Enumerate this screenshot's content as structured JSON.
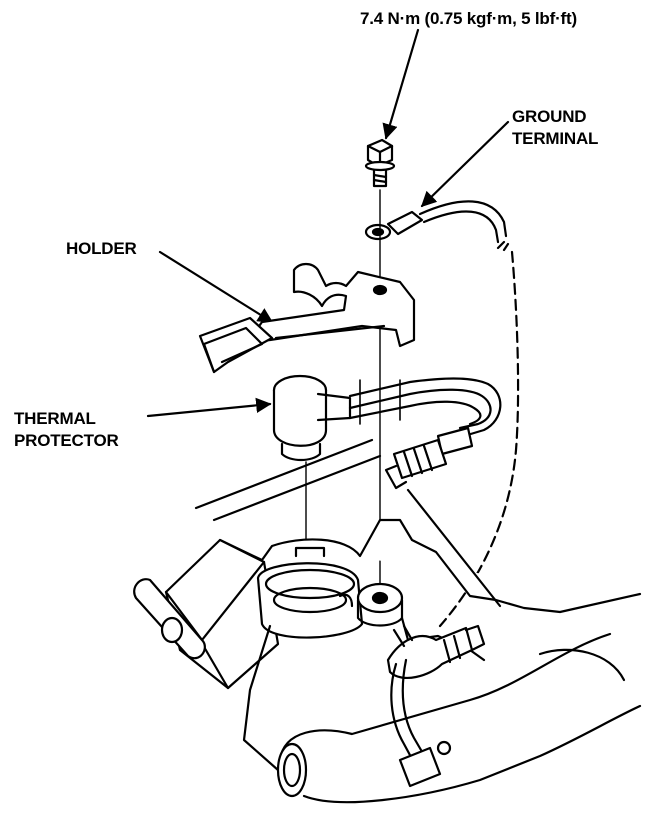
{
  "labels": {
    "torque": "7.4 N·m (0.75 kgf·m, 5 lbf·ft)",
    "ground_terminal_line1": "GROUND",
    "ground_terminal_line2": "TERMINAL",
    "holder": "HOLDER",
    "thermal_protector_line1": "THERMAL",
    "thermal_protector_line2": "PROTECTOR"
  },
  "colors": {
    "ink": "#000000",
    "paper": "#ffffff"
  },
  "icons": {
    "bolt": "bolt-icon",
    "washer": "washer-icon"
  }
}
